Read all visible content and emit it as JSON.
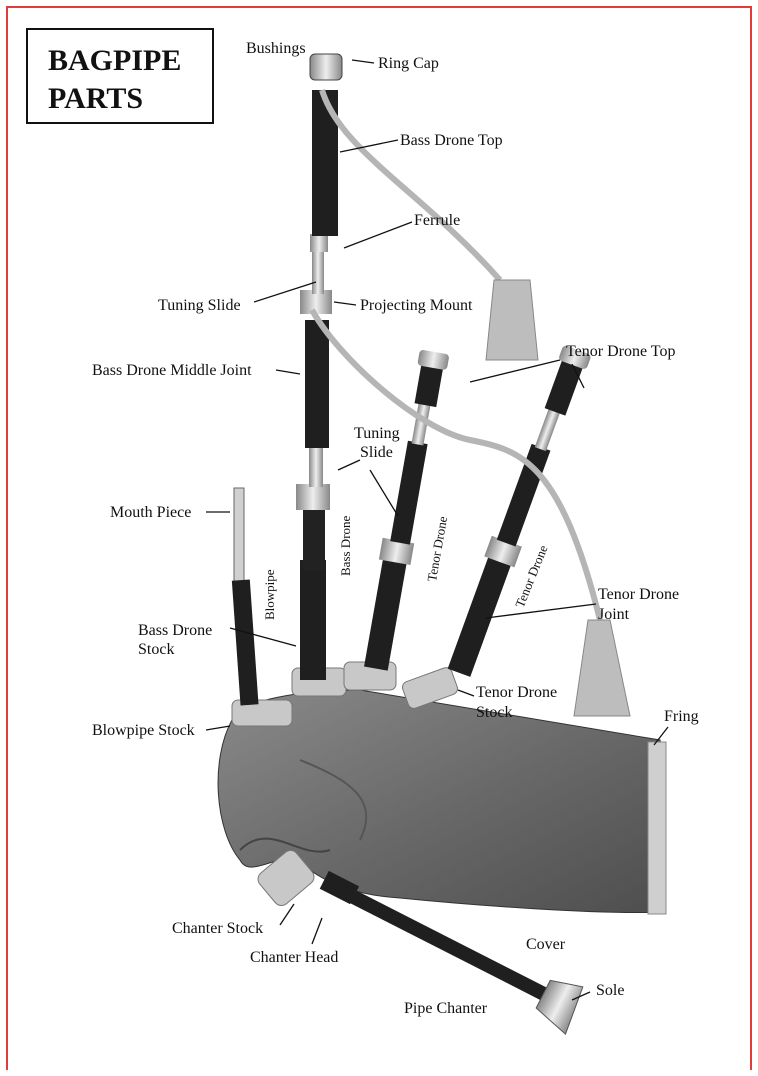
{
  "title": {
    "line1": "BAGPIPE",
    "line2": "PARTS"
  },
  "labels": {
    "bushings": "Bushings",
    "ring_cap": "Ring Cap",
    "bass_drone_top": "Bass Drone Top",
    "ferrule": "Ferrule",
    "tuning_slide": "Tuning Slide",
    "projecting_mount": "Projecting Mount",
    "bass_drone_middle_joint": "Bass Drone Middle Joint",
    "tenor_drone_top": "Tenor Drone Top",
    "tuning_slide_2a": "Tuning",
    "tuning_slide_2b": "Slide",
    "mouth_piece": "Mouth Piece",
    "bass_drone_stock_a": "Bass Drone",
    "bass_drone_stock_b": "Stock",
    "tenor_drone_joint_a": "Tenor Drone",
    "tenor_drone_joint_b": "Joint",
    "tenor_drone_stock_a": "Tenor Drone",
    "tenor_drone_stock_b": "Stock",
    "blowpipe_stock": "Blowpipe Stock",
    "fring": "Fring",
    "chanter_stock": "Chanter Stock",
    "chanter_head": "Chanter Head",
    "cover": "Cover",
    "sole": "Sole",
    "pipe_chanter": "Pipe Chanter"
  },
  "vertical_labels": {
    "blowpipe": "Blowpipe",
    "bass_drone": "Bass Drone",
    "tenor_drone_1": "Tenor Drone",
    "tenor_drone_2": "Tenor Drone"
  },
  "colors": {
    "frame": "#e23b3b",
    "bag": "#6f6f6f",
    "wood": "#1c1c1c",
    "silver": "#c9c9c9",
    "cord": "#b5b5b5"
  }
}
